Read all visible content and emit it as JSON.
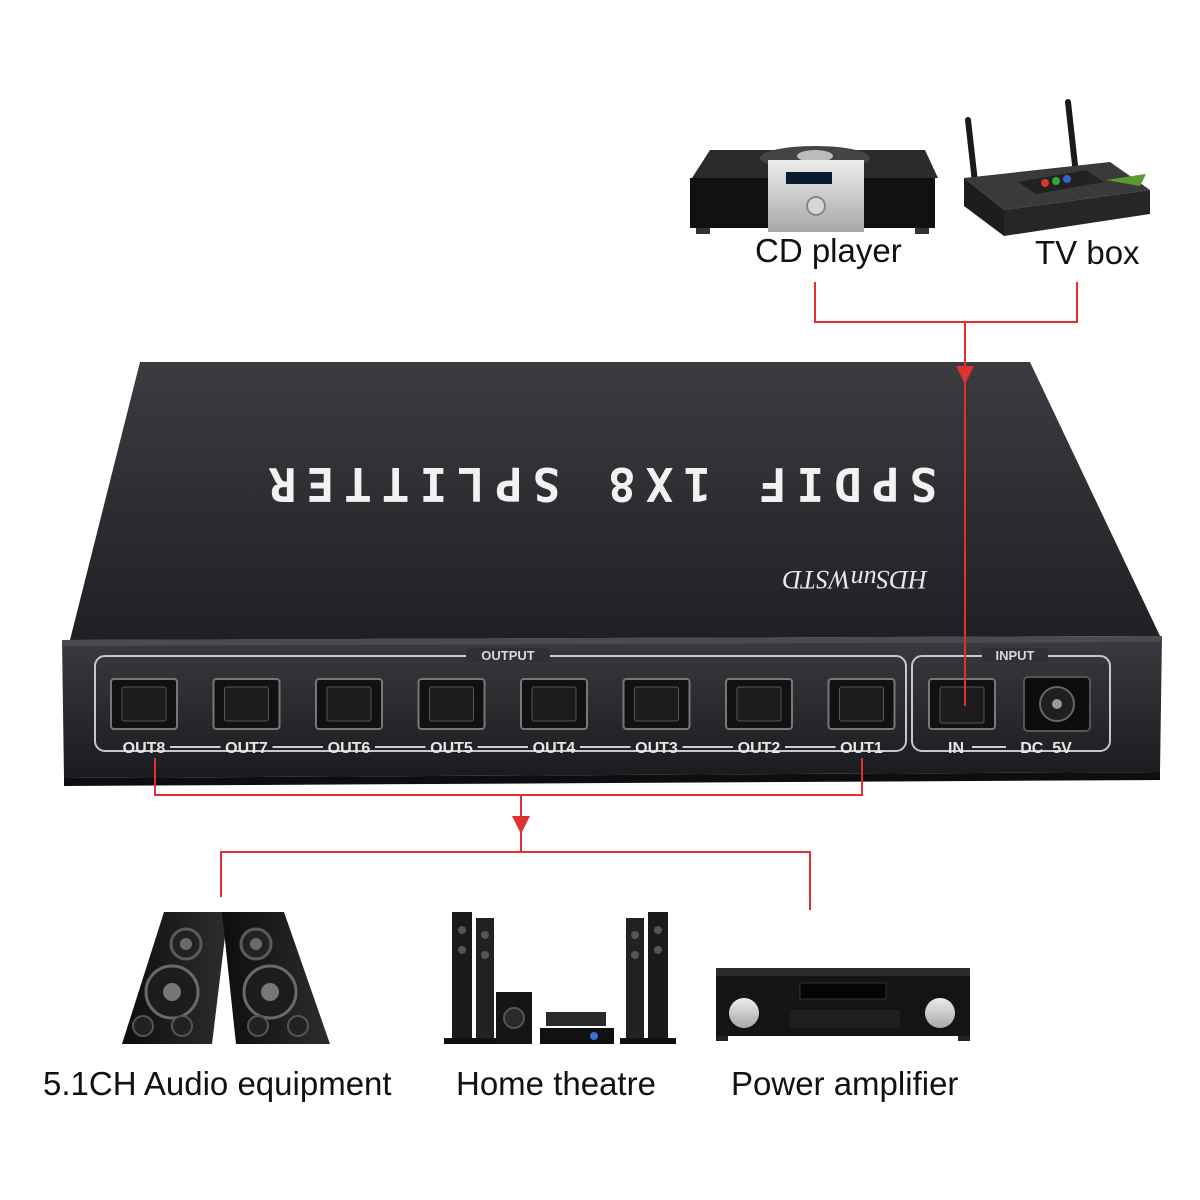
{
  "device": {
    "title": "SPDIF 1X8 SPLITTER",
    "brand": "HDSunWSTD",
    "output_group_label": "OUTPUT",
    "input_group_label": "INPUT",
    "output_ports": [
      "OUT8",
      "OUT7",
      "OUT6",
      "OUT5",
      "OUT4",
      "OUT3",
      "OUT2",
      "OUT1"
    ],
    "input_port": "IN",
    "power_label": "DC  5V"
  },
  "sources": [
    {
      "label": "CD player",
      "icon": "cd-player-icon"
    },
    {
      "label": "TV box",
      "icon": "tv-box-icon"
    }
  ],
  "destinations": [
    {
      "label": "5.1CH Audio equipment",
      "icon": "speakers-icon"
    },
    {
      "label": "Home theatre",
      "icon": "home-theatre-icon"
    },
    {
      "label": "Power amplifier",
      "icon": "power-amplifier-icon"
    }
  ],
  "colors": {
    "connector_line": "#e03030",
    "device_body": "#2b2b2e",
    "device_label": "#f2f2f2"
  }
}
